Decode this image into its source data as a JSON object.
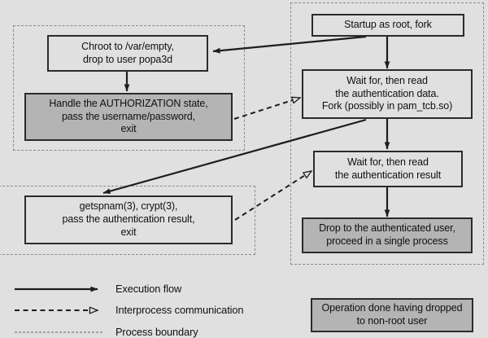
{
  "diagram": {
    "title": "Process boundary authentication flow",
    "background_color": "#e0e0e0",
    "node_fill": "#e0e0e0",
    "node_fill_gray": "#b4b4b4",
    "stroke_color": "#2b2b2b",
    "boundary_color": "#8a8a8a"
  },
  "nodes": {
    "chroot": "Chroot to /var/empty,\ndrop to user popa3d",
    "authorization": "Handle the AUTHORIZATION state,\npass the username/password,\nexit",
    "getspnam": "getspnam(3), crypt(3),\npass the authentication result,\nexit",
    "startup": "Startup as root, fork",
    "wait_data": "Wait for, then read\nthe authentication data.\nFork (possibly in pam_tcb.so)",
    "wait_result": "Wait for, then read\nthe authentication result",
    "drop_user": "Drop to the authenticated user,\nproceed in a single process",
    "legend_box": "Operation done having dropped\nto non-root user"
  },
  "legend": {
    "execution_flow": "Execution flow",
    "interprocess_communication": "Interprocess communication",
    "process_boundary": "Process boundary"
  }
}
